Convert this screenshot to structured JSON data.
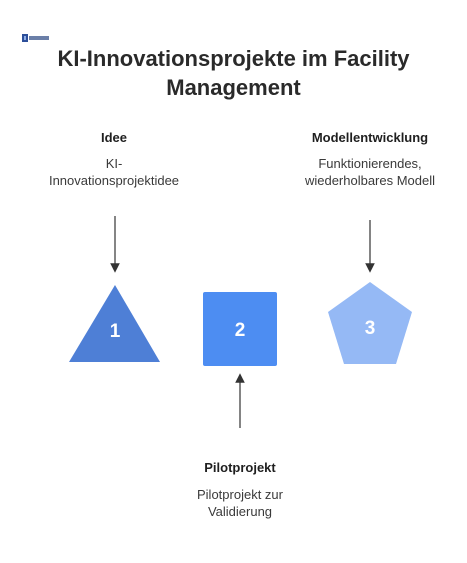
{
  "title_lines": [
    "KI-Innovationsprojekte im Facility",
    "Management"
  ],
  "steps": [
    {
      "number": "1",
      "heading": "Idee",
      "description_lines": [
        "KI-",
        "Innovationsprojektidee"
      ],
      "shape": "triangle",
      "color": "#4e7fd6"
    },
    {
      "number": "2",
      "heading": "Pilotprojekt",
      "description_lines": [
        "Pilotprojekt zur",
        "Validierung"
      ],
      "shape": "square",
      "color": "#4d8df2"
    },
    {
      "number": "3",
      "heading": "Modellentwicklung",
      "description_lines": [
        "Funktionierendes,",
        "wiederholbares Modell"
      ],
      "shape": "pentagon",
      "color": "#95b9f5"
    }
  ]
}
